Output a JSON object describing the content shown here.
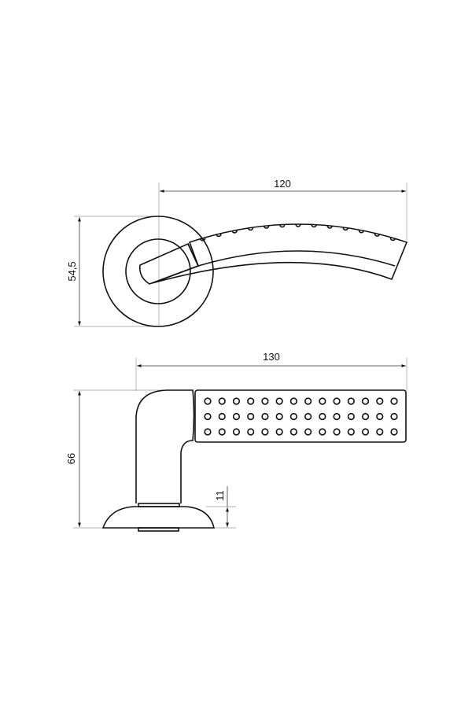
{
  "drawing": {
    "top_view": {
      "width_label": "120",
      "height_label": "54,5"
    },
    "side_view": {
      "width_label": "130",
      "height_label": "66",
      "rose_height_label": "11"
    },
    "dot_grid": {
      "rows": 3,
      "columns": 14
    }
  }
}
